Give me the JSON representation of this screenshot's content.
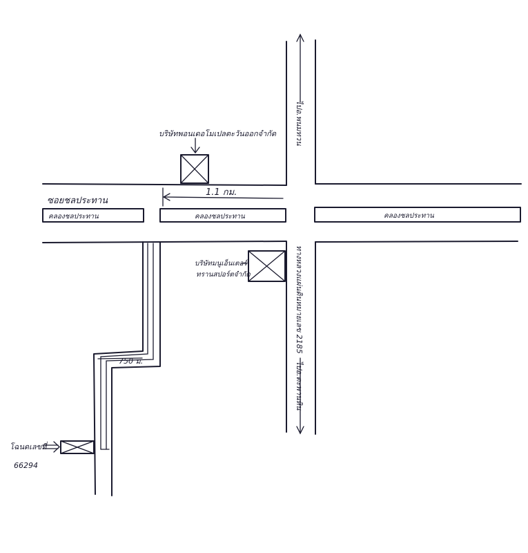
{
  "labels": {
    "road_north": "ไปอ.พนมทวน",
    "road_south": "ไปอ.ตะพานหิน",
    "highway": "ทางหลวงแผ่นดินหมายเลข 2185",
    "soi": "ซอยชลประทาน",
    "canal_left": "คลองชลประทาน",
    "canal_mid": "คลองชลประทาน",
    "canal_right": "คลองชลประทาน",
    "distance_1": "1.1 กม.",
    "distance_2": "750 ม.",
    "building_north": "บริษัทพอนเดอโมเปลตะวันออกจำกัด",
    "building_east_line1": "บริษัทมนูเอ็นเตอร์",
    "building_east_line2": "ทรานสปอร์ตจำกัด",
    "target_line1": "โฉนดเลขที่",
    "target_line2": "66294"
  },
  "colors": {
    "ink": "#1a1a2e",
    "background": "#ffffff"
  }
}
